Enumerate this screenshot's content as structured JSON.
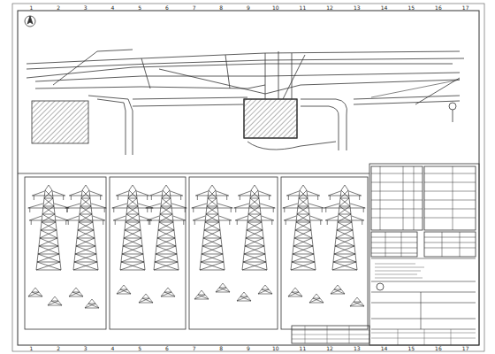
{
  "diagram": {
    "labels": [
      "1",
      "2",
      "3",
      "4",
      "5",
      "6",
      "7",
      "8",
      "9",
      "10",
      "11",
      "12",
      "13",
      "14",
      "15",
      "16",
      "17",
      "1",
      "2",
      "3",
      "4",
      "5",
      "6",
      "7",
      "8",
      "9",
      "10",
      "11",
      "12",
      "13",
      "14",
      "15",
      "16",
      "17"
    ]
  }
}
